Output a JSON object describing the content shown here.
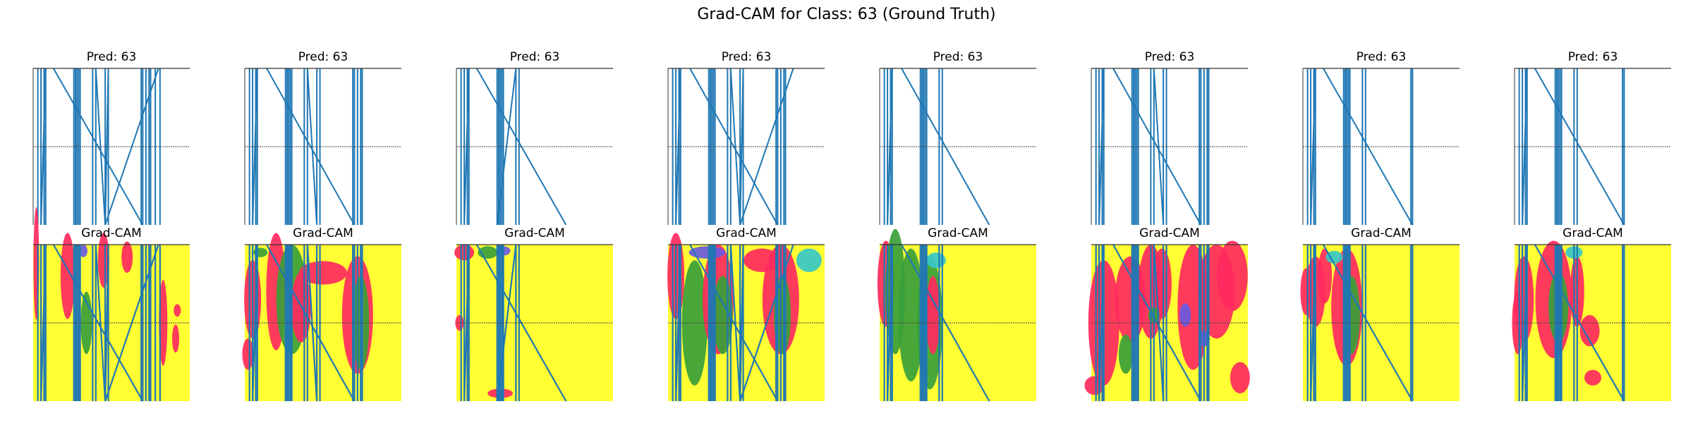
{
  "figure": {
    "title": "Grad-CAM for Class: 63 (Ground Truth)",
    "top_row_title": "Pred: 63",
    "bottom_row_title": "Grad-CAM",
    "colors": {
      "signal": "#1f77b4",
      "overlay_background": "#ffff33",
      "overlay_red": "#ff2a5e",
      "overlay_green": "#39a03a",
      "overlay_purple": "#6a5adf",
      "overlay_cyan": "#37c8c8",
      "midline": "#444444"
    }
  },
  "chart_data": {
    "type": "line",
    "title": "Grad-CAM for Class: 63 (Ground Truth)",
    "grid": false,
    "axes_visible": false,
    "panels": [
      {
        "index": 1,
        "pred_title": "Pred: 63",
        "cam_title": "Grad-CAM",
        "lines": [
          [
            3,
            3
          ],
          [
            5,
            5
          ],
          [
            7,
            7
          ],
          [
            8,
            8
          ],
          [
            26,
            26
          ],
          [
            27,
            27
          ],
          [
            28,
            28
          ],
          [
            29,
            29
          ],
          [
            30,
            30
          ],
          [
            38,
            38
          ],
          [
            40,
            40
          ],
          [
            46,
            46
          ],
          [
            48,
            48
          ],
          [
            69,
            69
          ],
          [
            70,
            70
          ],
          [
            72,
            72
          ],
          [
            74,
            74
          ],
          [
            75,
            75
          ],
          [
            78,
            78
          ],
          [
            81,
            81
          ],
          [
            8,
            5
          ],
          [
            40,
            46
          ],
          [
            48,
            46
          ],
          [
            80,
            46
          ],
          [
            13,
            70
          ]
        ],
        "hotspots": [
          [
            2,
            0.12,
            1,
            0.72,
            "r"
          ],
          [
            22,
            0.2,
            4,
            0.55,
            "r"
          ],
          [
            34,
            0.5,
            3,
            0.4,
            "g"
          ],
          [
            45,
            0.1,
            3,
            0.35,
            "r"
          ],
          [
            60,
            0.08,
            3,
            0.2,
            "r"
          ],
          [
            83,
            0.5,
            2,
            0.55,
            "r"
          ],
          [
            92,
            0.42,
            1.5,
            0.08,
            "r"
          ],
          [
            91,
            0.6,
            1.5,
            0.18,
            "r"
          ],
          [
            32,
            0.04,
            2,
            0.08,
            "p"
          ]
        ]
      },
      {
        "index": 2,
        "pred_title": "Pred: 63",
        "cam_title": "Grad-CAM",
        "lines": [
          [
            3,
            3
          ],
          [
            5,
            5
          ],
          [
            7,
            7
          ],
          [
            8,
            8
          ],
          [
            26,
            26
          ],
          [
            27,
            27
          ],
          [
            28,
            28
          ],
          [
            29,
            29
          ],
          [
            30,
            30
          ],
          [
            38,
            38
          ],
          [
            40,
            40
          ],
          [
            46,
            46
          ],
          [
            48,
            48
          ],
          [
            69,
            69
          ],
          [
            70,
            70
          ],
          [
            72,
            72
          ],
          [
            74,
            74
          ],
          [
            75,
            75
          ],
          [
            8,
            5
          ],
          [
            40,
            46
          ],
          [
            14,
            70
          ]
        ],
        "hotspots": [
          [
            5,
            0.35,
            5,
            0.5,
            "r"
          ],
          [
            20,
            0.3,
            6,
            0.75,
            "r"
          ],
          [
            30,
            0.35,
            10,
            0.7,
            "g"
          ],
          [
            36,
            0.4,
            6,
            0.45,
            "r"
          ],
          [
            50,
            0.18,
            16,
            0.15,
            "r"
          ],
          [
            72,
            0.45,
            10,
            0.75,
            "r"
          ],
          [
            74,
            0.5,
            5,
            0.6,
            "g"
          ],
          [
            2,
            0.7,
            3,
            0.2,
            "r"
          ],
          [
            10,
            0.05,
            4,
            0.06,
            "g"
          ]
        ]
      },
      {
        "index": 3,
        "pred_title": "Pred: 63",
        "cam_title": "Grad-CAM",
        "lines": [
          [
            3,
            3
          ],
          [
            5,
            5
          ],
          [
            7,
            7
          ],
          [
            8,
            8
          ],
          [
            26,
            26
          ],
          [
            27,
            27
          ],
          [
            28,
            28
          ],
          [
            29,
            29
          ],
          [
            30,
            30
          ],
          [
            38,
            38
          ],
          [
            40,
            40
          ],
          [
            8,
            5
          ],
          [
            38,
            26
          ],
          [
            13,
            70
          ]
        ],
        "hotspots": [
          [
            5,
            0.05,
            6,
            0.1,
            "r"
          ],
          [
            20,
            0.05,
            6,
            0.08,
            "g"
          ],
          [
            30,
            0.04,
            4,
            0.06,
            "p"
          ],
          [
            2,
            0.5,
            2,
            0.1,
            "r"
          ],
          [
            28,
            0.95,
            8,
            0.06,
            "r"
          ]
        ]
      },
      {
        "index": 4,
        "pred_title": "Pred: 63",
        "cam_title": "Grad-CAM",
        "lines": [
          [
            3,
            3
          ],
          [
            5,
            5
          ],
          [
            7,
            7
          ],
          [
            8,
            8
          ],
          [
            26,
            26
          ],
          [
            27,
            27
          ],
          [
            28,
            28
          ],
          [
            29,
            29
          ],
          [
            30,
            30
          ],
          [
            38,
            38
          ],
          [
            40,
            40
          ],
          [
            46,
            46
          ],
          [
            48,
            48
          ],
          [
            69,
            69
          ],
          [
            70,
            70
          ],
          [
            72,
            72
          ],
          [
            74,
            74
          ],
          [
            75,
            75
          ],
          [
            8,
            5
          ],
          [
            40,
            46
          ],
          [
            48,
            46
          ],
          [
            80,
            46
          ],
          [
            14,
            70
          ]
        ],
        "hotspots": [
          [
            5,
            0.2,
            5,
            0.55,
            "r"
          ],
          [
            17,
            0.5,
            8,
            0.8,
            "g"
          ],
          [
            32,
            0.35,
            10,
            0.7,
            "r"
          ],
          [
            35,
            0.45,
            6,
            0.5,
            "g"
          ],
          [
            60,
            0.1,
            12,
            0.15,
            "r"
          ],
          [
            72,
            0.35,
            12,
            0.7,
            "r"
          ],
          [
            73,
            0.45,
            5,
            0.5,
            "g"
          ],
          [
            90,
            0.1,
            8,
            0.15,
            "c"
          ],
          [
            25,
            0.05,
            12,
            0.08,
            "p"
          ]
        ]
      },
      {
        "index": 5,
        "pred_title": "Pred: 63",
        "cam_title": "Grad-CAM",
        "lines": [
          [
            3,
            3
          ],
          [
            5,
            5
          ],
          [
            7,
            7
          ],
          [
            8,
            8
          ],
          [
            26,
            26
          ],
          [
            27,
            27
          ],
          [
            28,
            28
          ],
          [
            29,
            29
          ],
          [
            30,
            30
          ],
          [
            38,
            38
          ],
          [
            40,
            40
          ],
          [
            8,
            5
          ],
          [
            14,
            70
          ]
        ],
        "hotspots": [
          [
            4,
            0.25,
            5,
            0.55,
            "r"
          ],
          [
            10,
            0.3,
            6,
            0.8,
            "g"
          ],
          [
            20,
            0.45,
            8,
            0.85,
            "g"
          ],
          [
            32,
            0.5,
            8,
            0.85,
            "g"
          ],
          [
            34,
            0.45,
            4,
            0.5,
            "r"
          ],
          [
            36,
            0.1,
            6,
            0.1,
            "c"
          ]
        ]
      },
      {
        "index": 6,
        "pred_title": "Pred: 63",
        "cam_title": "Grad-CAM",
        "lines": [
          [
            3,
            3
          ],
          [
            5,
            5
          ],
          [
            7,
            7
          ],
          [
            8,
            8
          ],
          [
            26,
            26
          ],
          [
            27,
            27
          ],
          [
            28,
            28
          ],
          [
            29,
            29
          ],
          [
            30,
            30
          ],
          [
            38,
            38
          ],
          [
            40,
            40
          ],
          [
            46,
            46
          ],
          [
            48,
            48
          ],
          [
            69,
            69
          ],
          [
            70,
            70
          ],
          [
            72,
            72
          ],
          [
            74,
            74
          ],
          [
            75,
            75
          ],
          [
            8,
            5
          ],
          [
            40,
            46
          ],
          [
            14,
            70
          ]
        ],
        "hotspots": [
          [
            8,
            0.5,
            10,
            0.8,
            "r"
          ],
          [
            25,
            0.35,
            10,
            0.55,
            "r"
          ],
          [
            38,
            0.3,
            8,
            0.6,
            "r"
          ],
          [
            45,
            0.25,
            6,
            0.45,
            "r"
          ],
          [
            65,
            0.4,
            10,
            0.8,
            "r"
          ],
          [
            80,
            0.3,
            12,
            0.6,
            "r"
          ],
          [
            90,
            0.2,
            10,
            0.45,
            "r"
          ],
          [
            60,
            0.45,
            3,
            0.15,
            "p"
          ],
          [
            72,
            0.6,
            3,
            0.1,
            "p"
          ],
          [
            40,
            0.45,
            3,
            0.1,
            "g"
          ],
          [
            22,
            0.7,
            4,
            0.25,
            "g"
          ],
          [
            95,
            0.85,
            6,
            0.2,
            "r"
          ],
          [
            2,
            0.9,
            6,
            0.12,
            "r"
          ]
        ]
      },
      {
        "index": 7,
        "pred_title": "Pred: 63",
        "cam_title": "Grad-CAM",
        "lines": [
          [
            3,
            3
          ],
          [
            5,
            5
          ],
          [
            7,
            7
          ],
          [
            8,
            8
          ],
          [
            26,
            26
          ],
          [
            27,
            27
          ],
          [
            28,
            28
          ],
          [
            29,
            29
          ],
          [
            30,
            30
          ],
          [
            38,
            38
          ],
          [
            40,
            40
          ],
          [
            69,
            69
          ],
          [
            70,
            70
          ],
          [
            8,
            5
          ],
          [
            13,
            70
          ]
        ],
        "hotspots": [
          [
            8,
            0.3,
            6,
            0.45,
            "r"
          ],
          [
            28,
            0.4,
            10,
            0.75,
            "r"
          ],
          [
            31,
            0.45,
            5,
            0.5,
            "g"
          ],
          [
            14,
            0.2,
            4,
            0.35,
            "r"
          ],
          [
            2,
            0.3,
            3,
            0.3,
            "r"
          ],
          [
            20,
            0.08,
            5,
            0.08,
            "c"
          ]
        ]
      },
      {
        "index": 8,
        "pred_title": "Pred: 63",
        "cam_title": "Grad-CAM",
        "lines": [
          [
            3,
            3
          ],
          [
            5,
            5
          ],
          [
            7,
            7
          ],
          [
            8,
            8
          ],
          [
            26,
            26
          ],
          [
            27,
            27
          ],
          [
            28,
            28
          ],
          [
            29,
            29
          ],
          [
            30,
            30
          ],
          [
            38,
            38
          ],
          [
            40,
            40
          ],
          [
            69,
            69
          ],
          [
            70,
            70
          ],
          [
            8,
            5
          ],
          [
            13,
            70
          ]
        ],
        "hotspots": [
          [
            6,
            0.35,
            6,
            0.55,
            "r"
          ],
          [
            25,
            0.35,
            12,
            0.75,
            "r"
          ],
          [
            28,
            0.4,
            6,
            0.45,
            "g"
          ],
          [
            40,
            0.3,
            4,
            0.45,
            "r"
          ],
          [
            48,
            0.55,
            6,
            0.2,
            "r"
          ],
          [
            38,
            0.05,
            5,
            0.08,
            "c"
          ],
          [
            2,
            0.5,
            3,
            0.4,
            "r"
          ],
          [
            50,
            0.85,
            5,
            0.1,
            "r"
          ]
        ]
      }
    ]
  }
}
